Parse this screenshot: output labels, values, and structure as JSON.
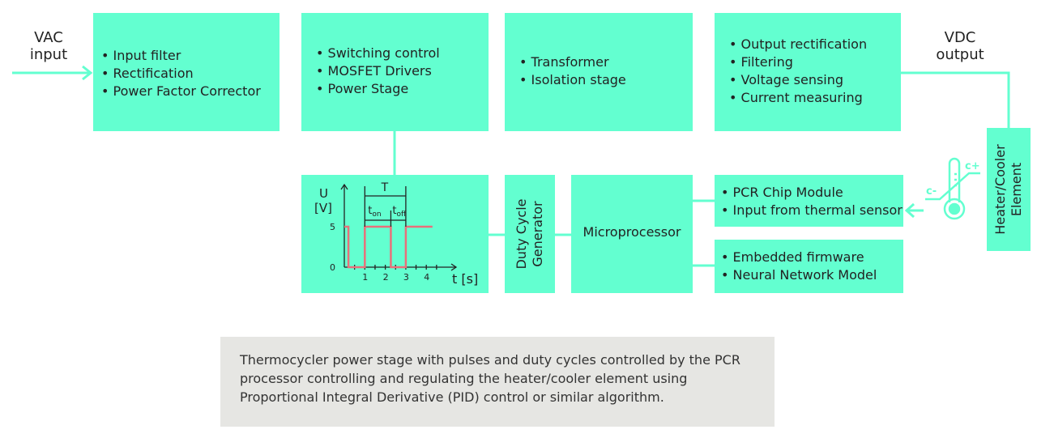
{
  "colors": {
    "block": "#63ffd0",
    "line": "#63ffd0",
    "signal": "#e8707a",
    "caption_bg": "#e6e6e3"
  },
  "input_label": "VAC\ninput",
  "output_label": "VDC\noutput",
  "blocks": {
    "input": [
      "Input filter",
      "Rectification",
      "Power Factor Corrector"
    ],
    "switching": [
      "Switching control",
      "MOSFET Drivers",
      "Power Stage"
    ],
    "transformer": [
      "Transformer",
      "Isolation stage"
    ],
    "output": [
      "Output rectification",
      "Filtering",
      "Voltage sensing",
      "Current measuring"
    ],
    "heater": "Heater/Cooler Element",
    "duty": "Duty Cycle Generator",
    "micro": "Microprocessor",
    "pcr": [
      "PCR Chip Module",
      "Input from thermal sensor"
    ],
    "firmware": [
      "Embedded firmware",
      "Neural Network Model"
    ]
  },
  "thermo": {
    "icon": "thermometer-icon",
    "plus": "c+",
    "minus": "c-"
  },
  "graph": {
    "y_label": "U",
    "y_unit": "[V]",
    "x_label": "t [s]",
    "y_ticks": [
      "0",
      "5"
    ],
    "x_ticks": [
      "1",
      "2",
      "3",
      "4"
    ],
    "period_label": "T",
    "t_on": "t",
    "t_on_sub": "on",
    "t_off": "t",
    "t_off_sub": "off",
    "signal": [
      [
        0,
        5
      ],
      [
        0.2,
        5
      ],
      [
        0.2,
        0
      ],
      [
        1,
        0
      ],
      [
        1,
        5
      ],
      [
        2.27,
        5
      ],
      [
        2.27,
        0
      ],
      [
        3,
        0
      ],
      [
        3,
        5
      ],
      [
        4.3,
        5
      ]
    ]
  },
  "caption": "Thermocycler power stage with pulses and duty cycles controlled by the PCR processor controlling and regulating the heater/cooler element using Proportional Integral Derivative (PID) control or similar algorithm."
}
